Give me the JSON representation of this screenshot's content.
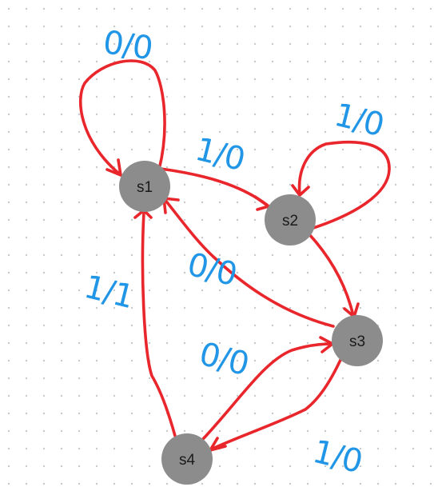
{
  "colors": {
    "background": "#ffffff",
    "grid_dot": "#c8c8c8",
    "state_fill": "#8c8c8c",
    "edge": "#e8262b",
    "label": "#2196e6"
  },
  "states": [
    {
      "id": "s1",
      "label": "s1"
    },
    {
      "id": "s2",
      "label": "s2"
    },
    {
      "id": "s3",
      "label": "s3"
    },
    {
      "id": "s4",
      "label": "s4"
    }
  ],
  "transitions": [
    {
      "from": "s1",
      "to": "s1",
      "label": "0/0"
    },
    {
      "from": "s1",
      "to": "s2",
      "label": "1/0"
    },
    {
      "from": "s2",
      "to": "s2",
      "label": "1/0"
    },
    {
      "from": "s2",
      "to": "s3",
      "label": ""
    },
    {
      "from": "s3",
      "to": "s1",
      "label": "0/0"
    },
    {
      "from": "s3",
      "to": "s4",
      "label": "1/0"
    },
    {
      "from": "s4",
      "to": "s3",
      "label": "0/0"
    },
    {
      "from": "s4",
      "to": "s1",
      "label": "1/1"
    }
  ]
}
